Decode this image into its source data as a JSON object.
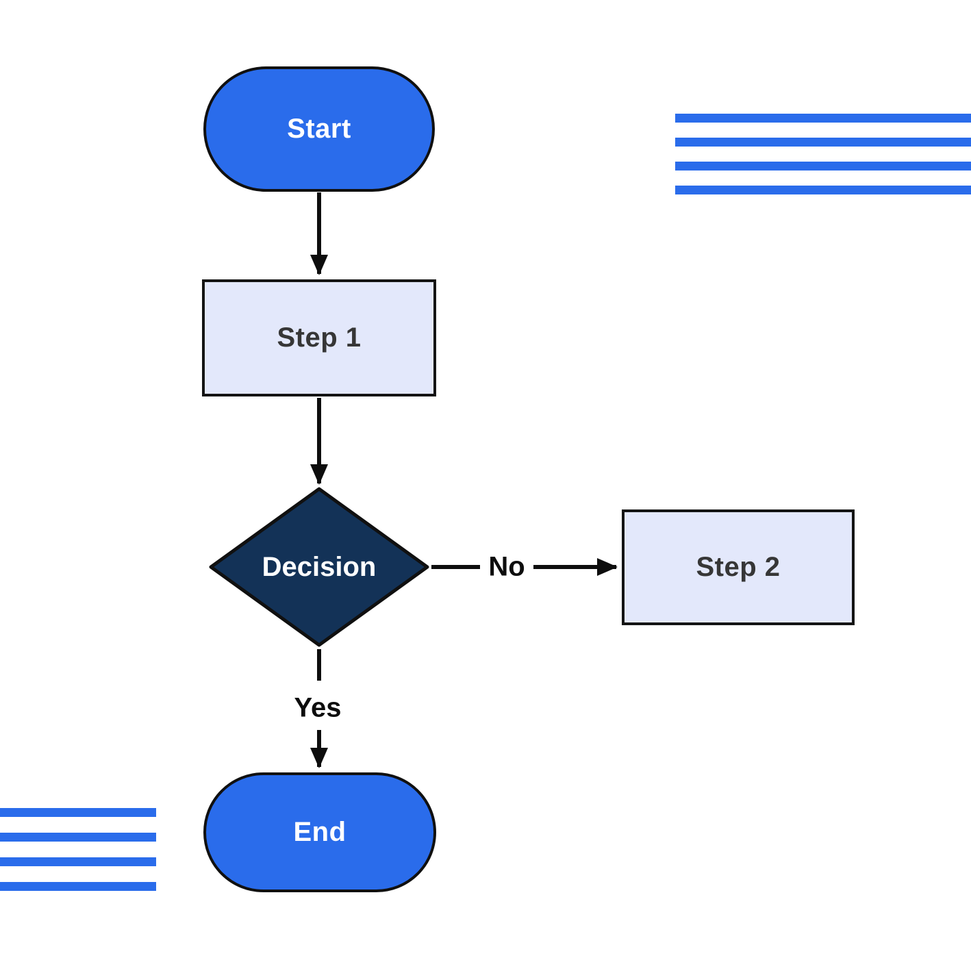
{
  "diagram": {
    "type": "flowchart",
    "nodes": [
      {
        "id": "start",
        "label": "Start",
        "shape": "terminator"
      },
      {
        "id": "step1",
        "label": "Step 1",
        "shape": "process"
      },
      {
        "id": "decision",
        "label": "Decision",
        "shape": "decision"
      },
      {
        "id": "step2",
        "label": "Step 2",
        "shape": "process"
      },
      {
        "id": "end",
        "label": "End",
        "shape": "terminator"
      }
    ],
    "edges": [
      {
        "from": "start",
        "to": "step1",
        "label": ""
      },
      {
        "from": "step1",
        "to": "decision",
        "label": ""
      },
      {
        "from": "decision",
        "to": "step2",
        "label": "No"
      },
      {
        "from": "decision",
        "to": "end",
        "label": "Yes"
      }
    ],
    "colors": {
      "terminator_fill": "#2a6ceb",
      "decision_fill": "#133257",
      "process_fill": "#e3e8fb",
      "outline": "#101010",
      "process_text": "#363636",
      "node_text_light": "#ffffff",
      "edge_label_text": "#0d0d0d",
      "decorative_bar": "#2a6ceb",
      "background": "#ffffff"
    }
  }
}
